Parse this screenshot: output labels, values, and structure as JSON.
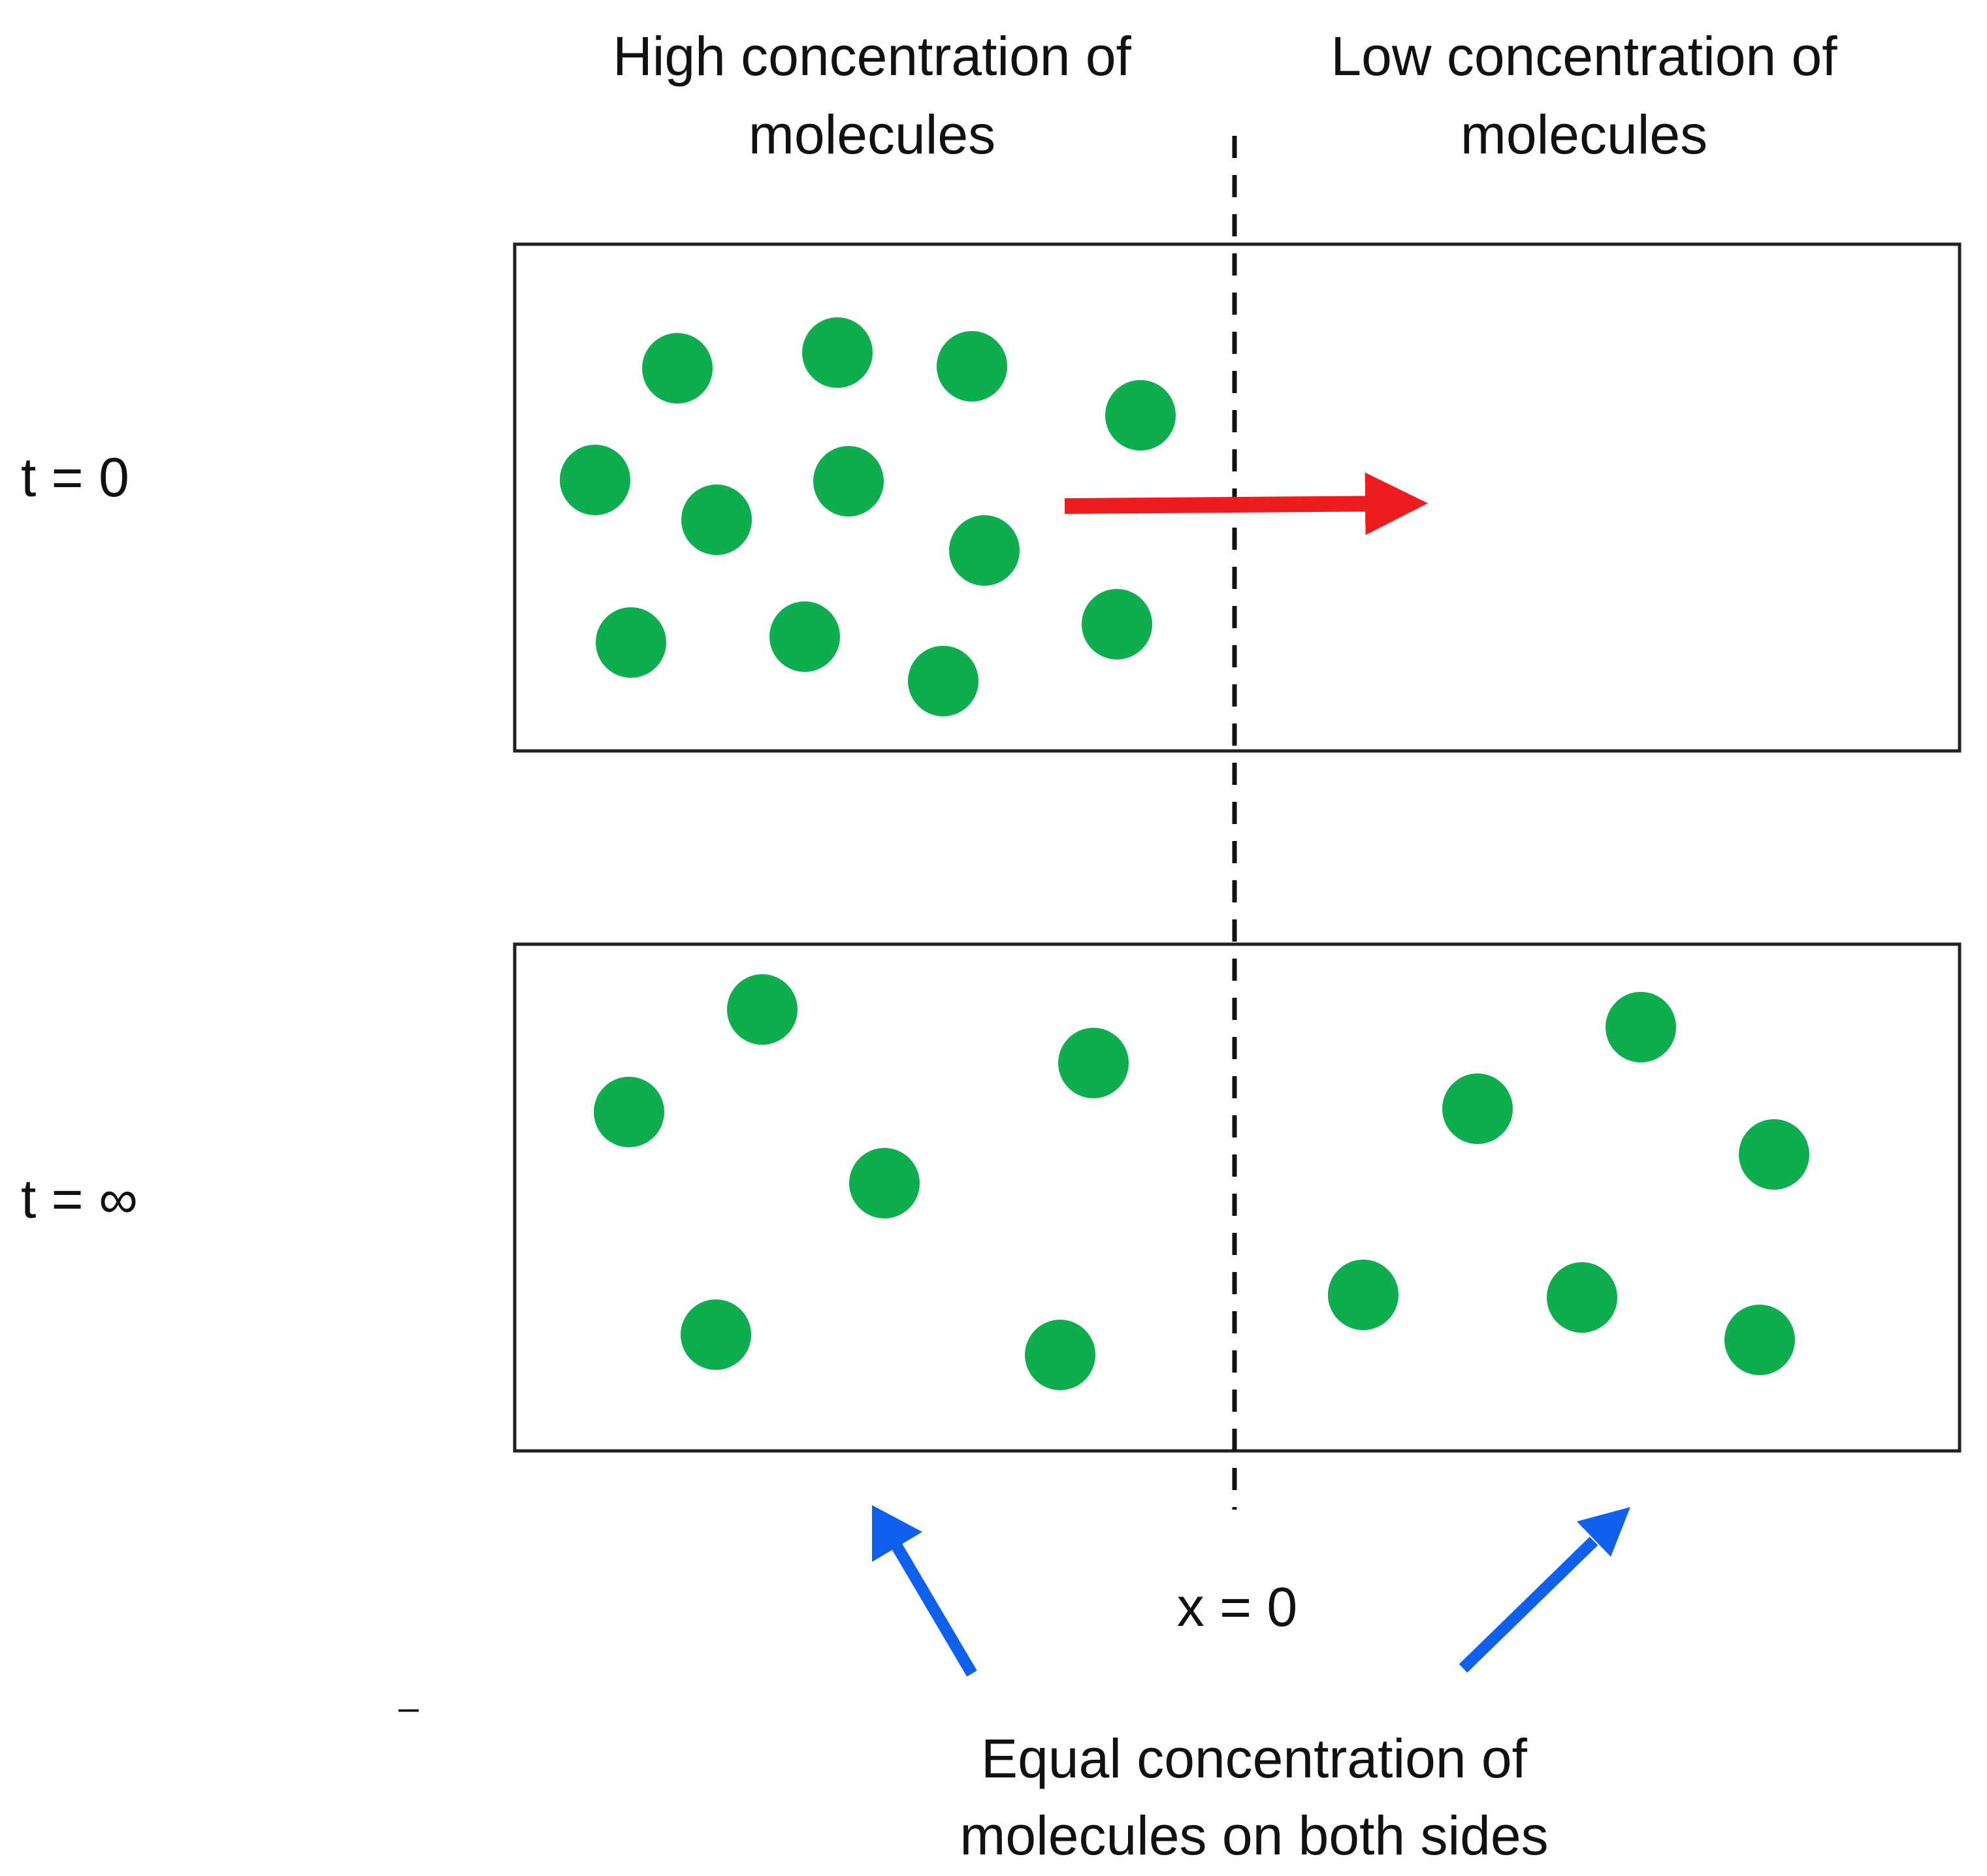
{
  "colors": {
    "molecule": "#0ead4d",
    "red_arrow": "#ee1c1c",
    "blue_arrow": "#1060f0",
    "box_stroke": "#222222",
    "text": "#111111"
  },
  "headers": {
    "left": [
      "High concentration of",
      "molecules"
    ],
    "right": [
      "Low concentration of",
      "molecules"
    ]
  },
  "time_labels": {
    "initial": "t = 0",
    "final": "t = ∞"
  },
  "divider_label": "x = 0",
  "footer": [
    "Equal concentration of",
    "molecules on both sides"
  ],
  "stray_mark": "–"
}
